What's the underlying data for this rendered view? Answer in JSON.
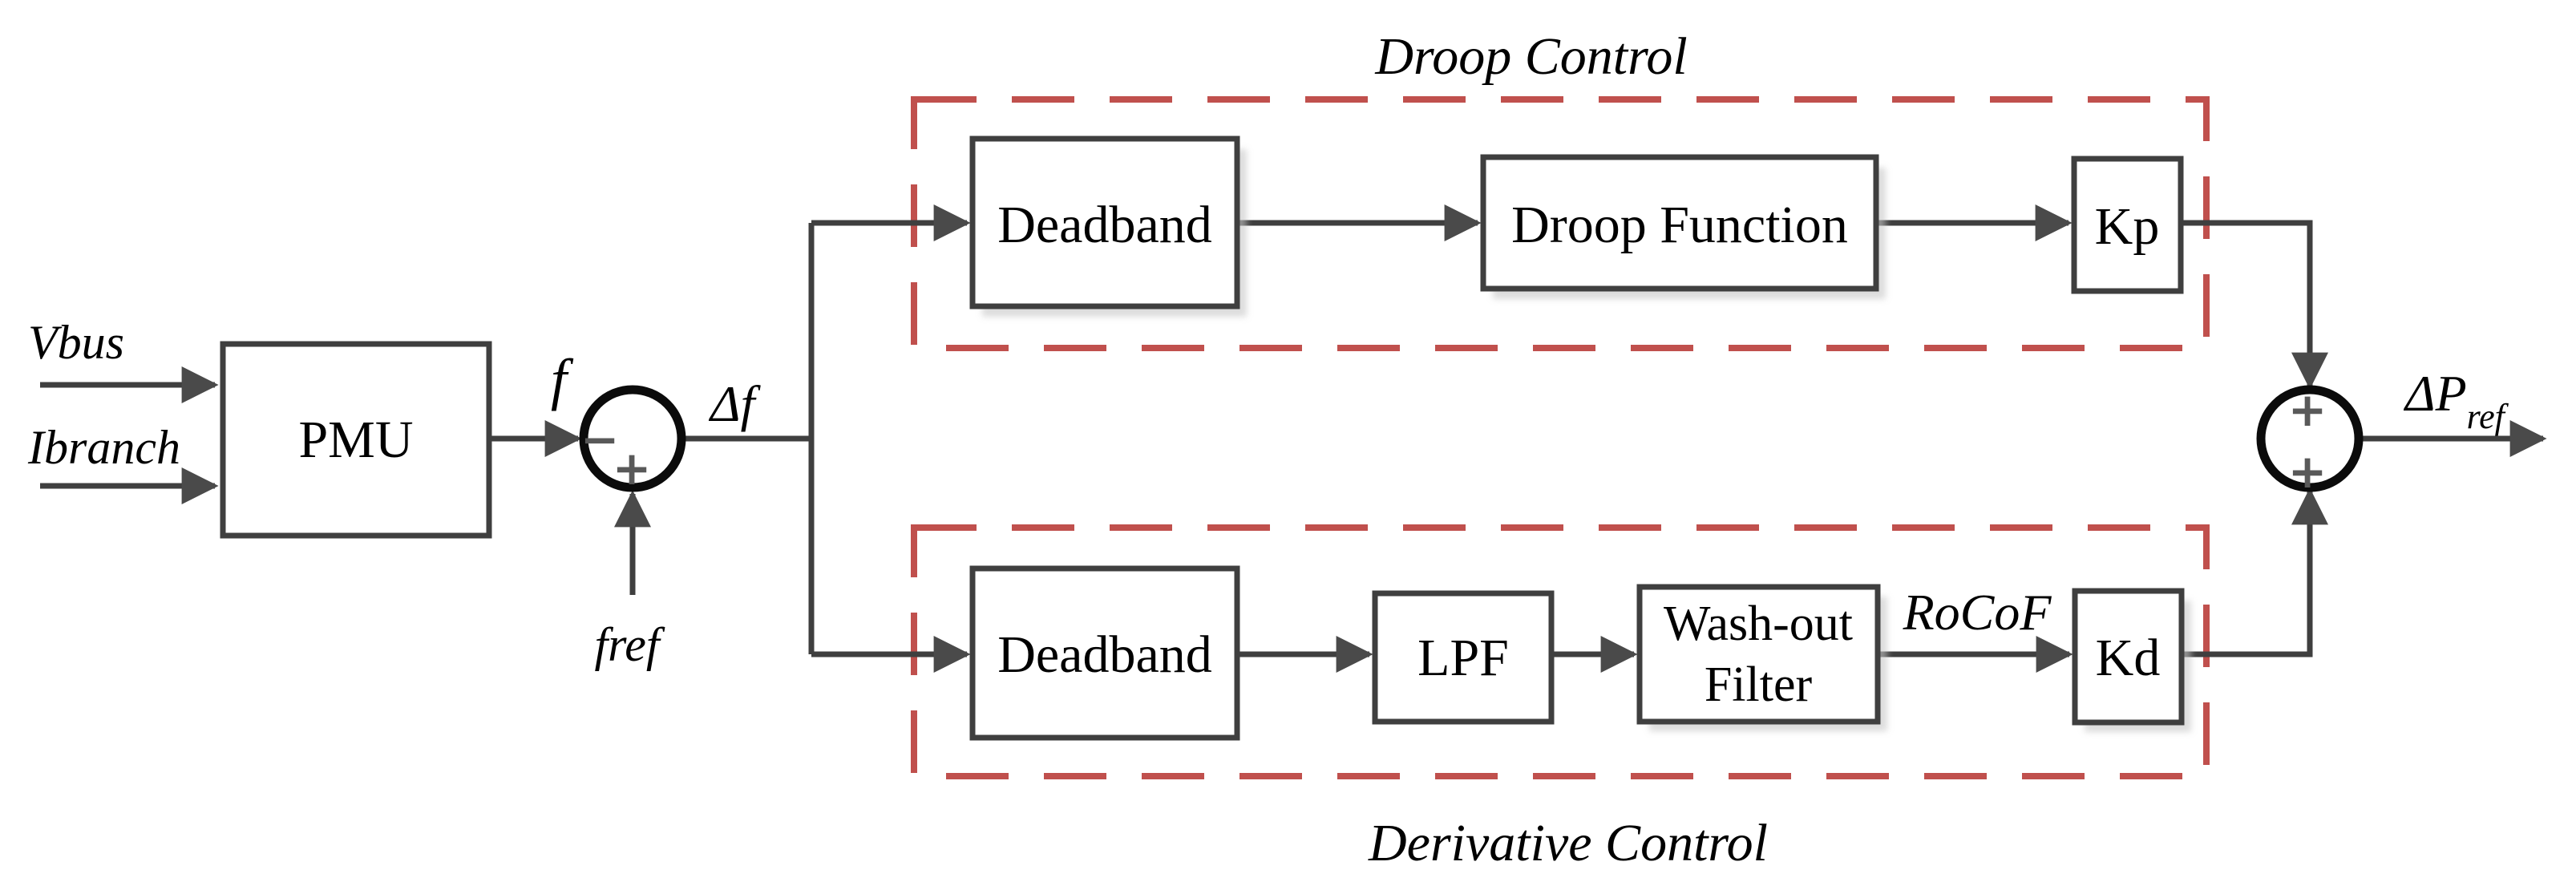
{
  "diagram": {
    "inputs": {
      "vbus": "Vbus",
      "ibranch": "Ibranch"
    },
    "signals": {
      "f": "f",
      "fref": "fref",
      "delta_f": "Δf",
      "rocof": "RoCoF",
      "delta_p_main": "ΔP",
      "delta_p_sub": "ref"
    },
    "blocks": {
      "pmu": "PMU",
      "deadband_top": "Deadband",
      "droop_function": "Droop Function",
      "kp": "Kp",
      "deadband_bottom": "Deadband",
      "lpf": "LPF",
      "washout_line1": "Wash-out",
      "washout_line2": "Filter",
      "kd": "Kd"
    },
    "groups": {
      "droop": "Droop Control",
      "derivative": "Derivative Control"
    },
    "sum_junctions": {
      "input_sum": {
        "left_sign": "−",
        "bottom_sign": "+"
      },
      "output_sum": {
        "top_sign": "+",
        "bottom_sign": "+"
      }
    },
    "colors": {
      "line": "#3f3f3f",
      "arrowhead": "#4a4a4a",
      "dashed_border": "#c0504d",
      "sum_sign": "#595959",
      "text": "#000000",
      "background": "#ffffff",
      "shadow": "#c6c6c6"
    }
  }
}
